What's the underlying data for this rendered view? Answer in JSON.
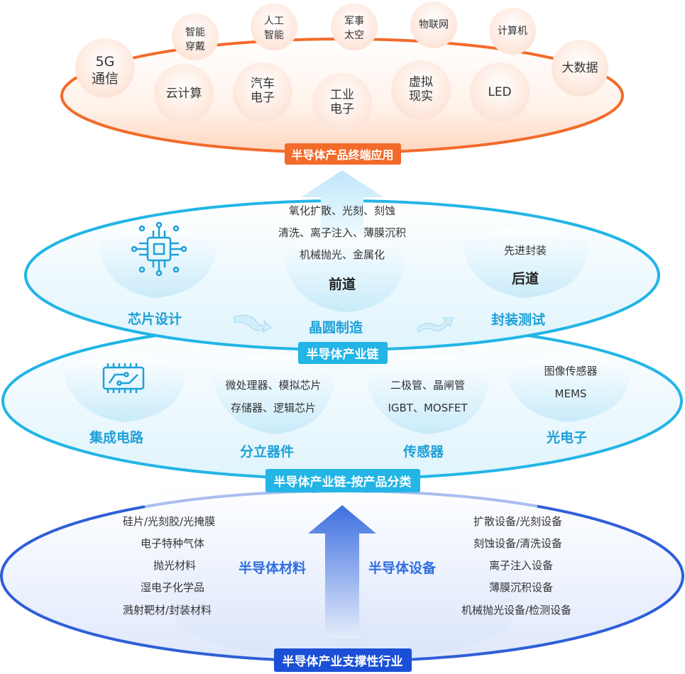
{
  "layer_terminal": {
    "badge": "半导体产品终端应用",
    "apps": [
      "5G\n通信",
      "智能\n穿戴",
      "人工\n智能",
      "军事\n太空",
      "物联网",
      "计算机",
      "大数据",
      "云计算",
      "汽车\n电子",
      "工业\n电子",
      "虚拟\n现实",
      "LED"
    ]
  },
  "layer_chain": {
    "badge": "半导体产业链",
    "chip_design": "芯片设计",
    "wafer_mfg": "晶圆制造",
    "package_test": "封装测试",
    "front_process": [
      "氧化扩散、光刻、刻蚀",
      "清洗、离子注入、薄膜沉积",
      "机械抛光、金属化"
    ],
    "front_label": "前道",
    "back_process": "先进封装",
    "back_label": "后道"
  },
  "layer_products": {
    "badge": "半导体产业链-按产品分类",
    "ic": "集成电路",
    "discrete": "分立器件",
    "discrete_items": [
      "微处理器、模拟芯片",
      "存储器、逻辑芯片"
    ],
    "sensor": "传感器",
    "sensor_items": [
      "二极管、晶闸管",
      "IGBT、MOSFET"
    ],
    "opto": "光电子",
    "opto_items": [
      "图像传感器",
      "MEMS"
    ]
  },
  "layer_support": {
    "badge": "半导体产业支撑性行业",
    "materials": "半导体材料",
    "materials_items": [
      "硅片/光刻胶/光掩膜",
      "电子特种气体",
      "抛光材料",
      "湿电子化学品",
      "溅射靶材/封装材料"
    ],
    "equipment": "半导体设备",
    "equipment_items": [
      "扩散设备/光刻设备",
      "刻蚀设备/清洗设备",
      "离子注入设备",
      "薄膜沉积设备",
      "机械抛光设备/检测设备"
    ]
  },
  "colors": {
    "orange": "#f26b2a",
    "cyan": "#22b5e6",
    "blue": "#1b4fd6",
    "label_blue": "#1ea0d8",
    "support_blue": "#2f6ee0"
  },
  "icons": [
    "chip-icon",
    "circuit-board-icon",
    "right-arrow-icon",
    "up-arrow-icon"
  ]
}
